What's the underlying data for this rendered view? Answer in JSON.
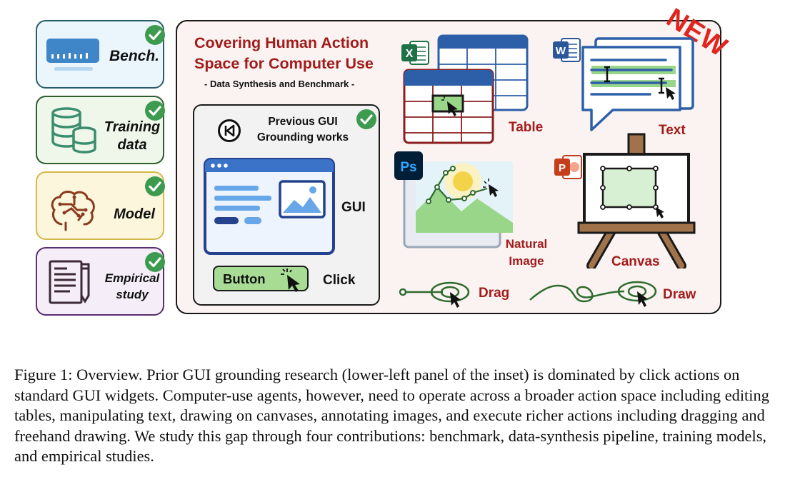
{
  "contributions": [
    {
      "label_lines": [
        "Bench."
      ],
      "icon": "benchmark-board-icon",
      "border": "#2a5d6b",
      "bg": "#eaf6fb"
    },
    {
      "label_lines": [
        "Training",
        "data"
      ],
      "icon": "database-icon",
      "border": "#2f5e2f",
      "bg": "#eef7ea"
    },
    {
      "label_lines": [
        "Model"
      ],
      "icon": "brain-icon",
      "border": "#d6b84a",
      "bg": "#fcf6dc"
    },
    {
      "label_lines": [
        "Empirical",
        "study"
      ],
      "icon": "document-pencil-icon",
      "border": "#5a2f6e",
      "bg": "#f5edf7"
    }
  ],
  "inset": {
    "title_lines": [
      "Covering Human Action",
      "Space for Computer Use"
    ],
    "subtitle": "- Data Synthesis and Benchmark -",
    "new_badge": "NEW",
    "previous": {
      "heading_lines": [
        "Previous GUI",
        "Grounding works"
      ],
      "gui_label": "GUI",
      "button_text": "Button",
      "click_label": "Click"
    },
    "actions": {
      "table": "Table",
      "text": "Text",
      "natural_lines": [
        "Natural",
        "Image"
      ],
      "canvas": "Canvas",
      "drag": "Drag",
      "draw": "Draw"
    },
    "apps": {
      "excel": "X",
      "word": "W",
      "photoshop": "Ps",
      "powerpoint": "P"
    }
  },
  "colors": {
    "accent_red": "#a21c1c",
    "check_green": "#3d9b4f",
    "highlight_green": "#9ad68a",
    "panel_blue": "#2d5fa8"
  },
  "caption": "Figure 1: Overview. Prior GUI grounding research (lower-left panel of the inset) is dominated by click actions on standard GUI widgets. Computer-use agents, however, need to operate across a broader action space including editing tables, manipulating text, drawing on canvases, annotating images, and execute richer actions including dragging and freehand drawing. We study this gap through four contributions: benchmark, data-synthesis pipeline, training models, and empirical studies."
}
